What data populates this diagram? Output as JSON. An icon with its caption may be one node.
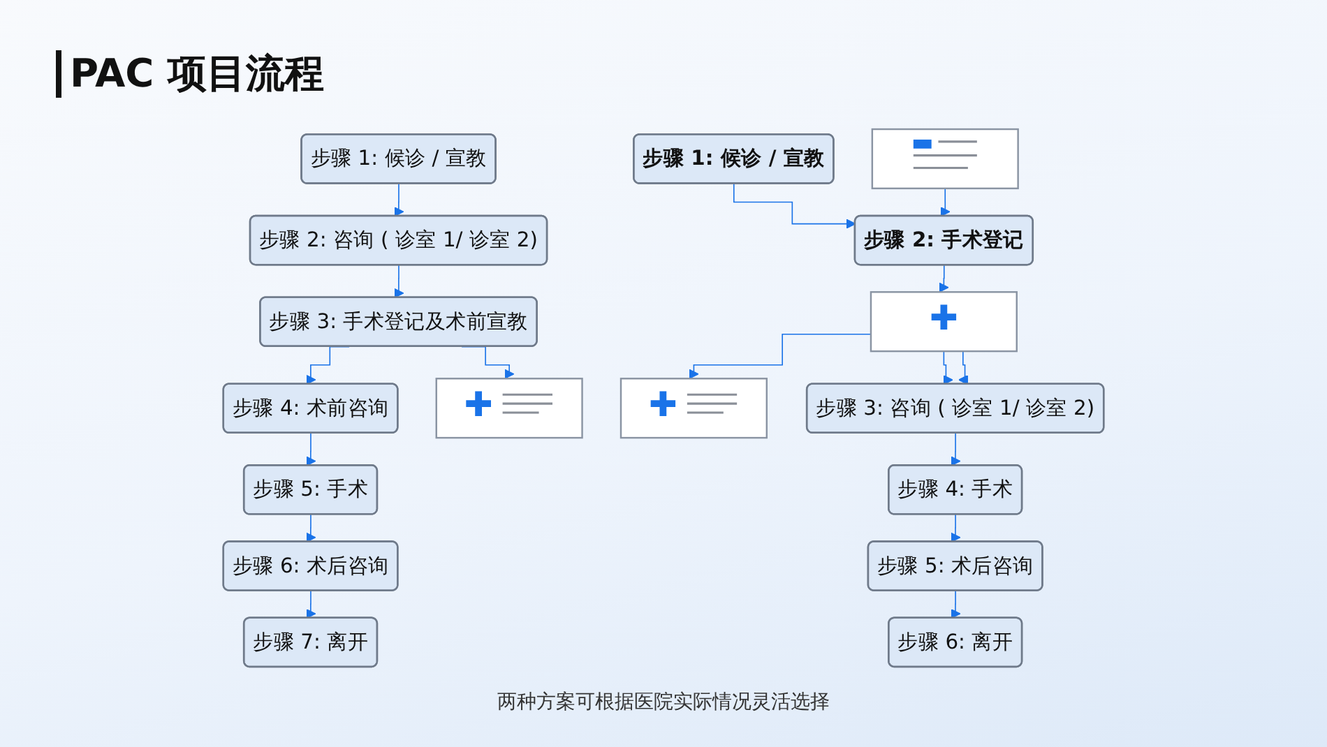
{
  "diagram": {
    "title": "PAC 项目流程",
    "caption": "两种方案可根据医院实际情况灵活选择",
    "nodes": [
      {
        "text": [
          "步骤 1: 候诊 / 宣教"
        ]
      },
      {
        "text": [
          "步骤 2: 咨询 ( 诊室 1/ 诊室 2)"
        ]
      },
      {
        "text": [
          "步骤 3: 手术登记及术前宣教"
        ]
      },
      {
        "text": [
          "步骤 4: 术前咨询"
        ]
      },
      {
        "text": [
          "步骤 5: 手术"
        ]
      },
      {
        "text": [
          "步骤 6: 术后咨询"
        ]
      },
      {
        "text": [
          "步骤 7: 离开"
        ]
      },
      {
        "text": [],
        "shape": "box"
      },
      {
        "text": [
          "步骤 1: 候诊 / 宣教"
        ]
      },
      {
        "text": [
          "步骤 2: 手术登记"
        ]
      },
      {
        "text": [],
        "shape": "box"
      },
      {
        "text": [],
        "shape": "box"
      },
      {
        "text": [],
        "shape": "box"
      },
      {
        "text": [
          "步骤 3: 咨询 ( 诊室 1/ 诊室 2)"
        ]
      },
      {
        "text": [
          "步骤 4: 手术"
        ]
      },
      {
        "text": [
          "步骤 5: 术后咨询"
        ]
      },
      {
        "text": [
          "步骤 6: 离开"
        ]
      }
    ],
    "edges": [
      {
        "from": 0,
        "to": 1,
        "arrow": "to"
      },
      {
        "from": 1,
        "to": 2,
        "arrow": "to"
      },
      {
        "from": 2,
        "to": 3,
        "arrow": "to"
      },
      {
        "from": 3,
        "to": 4,
        "arrow": "to"
      },
      {
        "from": 4,
        "to": 5,
        "arrow": "to"
      },
      {
        "from": 5,
        "to": 6,
        "arrow": "to"
      },
      {
        "from": 2,
        "to": 7,
        "arrow": "to"
      },
      {
        "from": 8,
        "to": 9,
        "arrow": "to"
      },
      {
        "from": 10,
        "to": 9,
        "arrow": "to"
      },
      {
        "from": 9,
        "to": 11,
        "arrow": "to"
      },
      {
        "from": 11,
        "to": 13,
        "arrow": "to"
      },
      {
        "from": 11,
        "to": 12,
        "arrow": "to"
      },
      {
        "from": 11,
        "to": 13,
        "arrow": "to"
      },
      {
        "from": 13,
        "to": 14,
        "arrow": "to"
      },
      {
        "from": 14,
        "to": 15,
        "arrow": "to"
      },
      {
        "from": 15,
        "to": 16,
        "arrow": "to"
      }
    ]
  }
}
